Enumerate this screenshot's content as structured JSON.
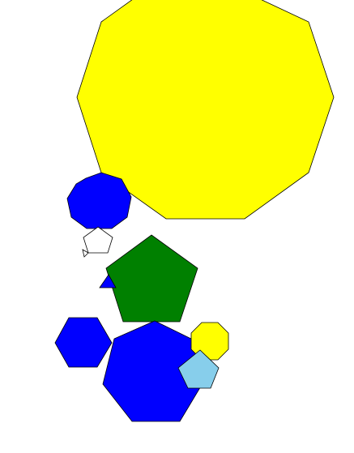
{
  "canvas": {
    "background": "#ffffff",
    "stroke": "#000000"
  },
  "shapes": [
    {
      "id": "big-decagon",
      "kind": "decagon",
      "sides": 10,
      "fill": "#ffff00"
    },
    {
      "id": "blue-octagon-left",
      "kind": "octagon",
      "sides": 8,
      "fill": "#0000ff"
    },
    {
      "id": "white-pentagon",
      "kind": "pentagon",
      "sides": 5,
      "fill": "#ffffff"
    },
    {
      "id": "white-triangle",
      "kind": "triangle",
      "sides": 3,
      "fill": "#ffffff"
    },
    {
      "id": "green-pentagon",
      "kind": "pentagon",
      "sides": 5,
      "fill": "#008000"
    },
    {
      "id": "blue-triangle",
      "kind": "triangle",
      "sides": 3,
      "fill": "#0000ff"
    },
    {
      "id": "blue-hexagon-left",
      "kind": "hexagon",
      "sides": 6,
      "fill": "#0000ff"
    },
    {
      "id": "blue-heptagon-bottom",
      "kind": "heptagon",
      "sides": 7,
      "fill": "#0000ff"
    },
    {
      "id": "yellow-octagon-small",
      "kind": "octagon",
      "sides": 8,
      "fill": "#ffff00"
    },
    {
      "id": "lightblue-pentagon",
      "kind": "pentagon",
      "sides": 5,
      "fill": "#87ceeb"
    }
  ]
}
